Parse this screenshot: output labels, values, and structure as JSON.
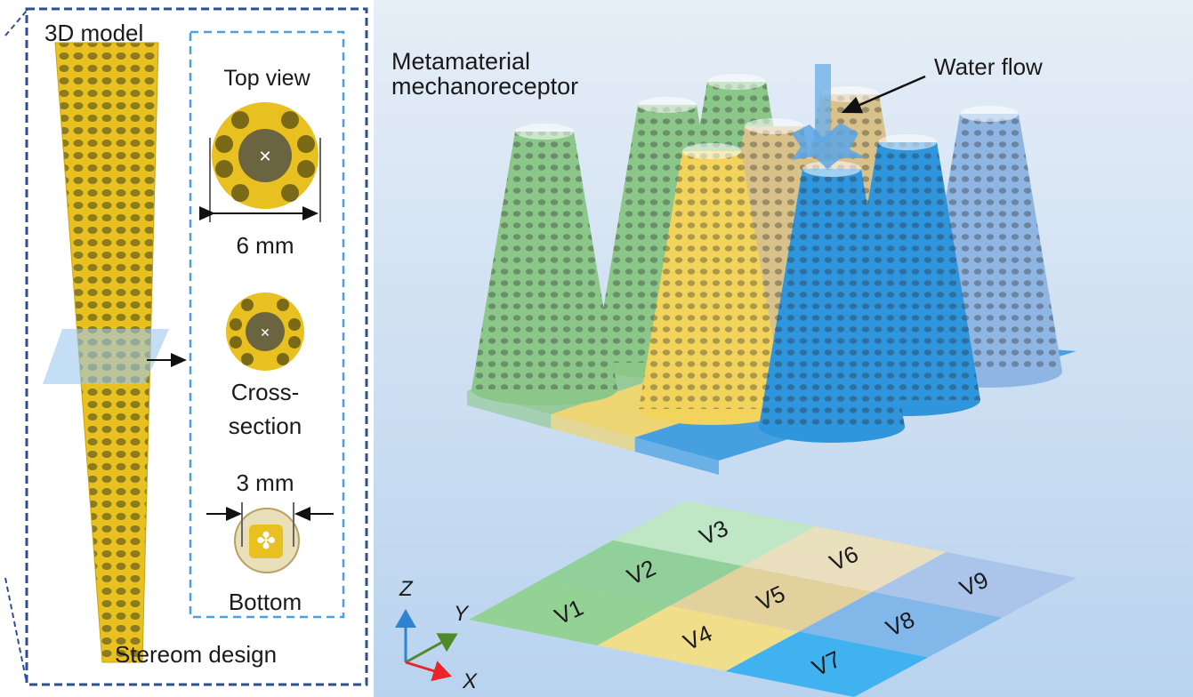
{
  "left_panel": {
    "title": "3D model",
    "top_view_label": "Top view",
    "top_dimension": "6 mm",
    "cross_section_line1": "Cross-",
    "cross_section_line2": "section",
    "bottom_dimension": "3 mm",
    "bottom_label": "Bottom",
    "caption": "Stereom design"
  },
  "right_panel": {
    "title_line1": "Metamaterial",
    "title_line2": "mechanoreceptor",
    "water_label": "Water flow",
    "grid_labels": [
      "V1",
      "V2",
      "V3",
      "V4",
      "V5",
      "V6",
      "V7",
      "V8",
      "V9"
    ],
    "axes": {
      "x": "X",
      "y": "Y",
      "z": "Z"
    }
  },
  "colors": {
    "green": "#8cc78a",
    "yellow": "#f2d45c",
    "tan": "#d9c28a",
    "blue": "#2f95dd",
    "light_blue": "#8fb6e3",
    "frame_dark": "#2e4f98",
    "frame_light": "#4aa0e2",
    "lattice": "#e8c020"
  }
}
